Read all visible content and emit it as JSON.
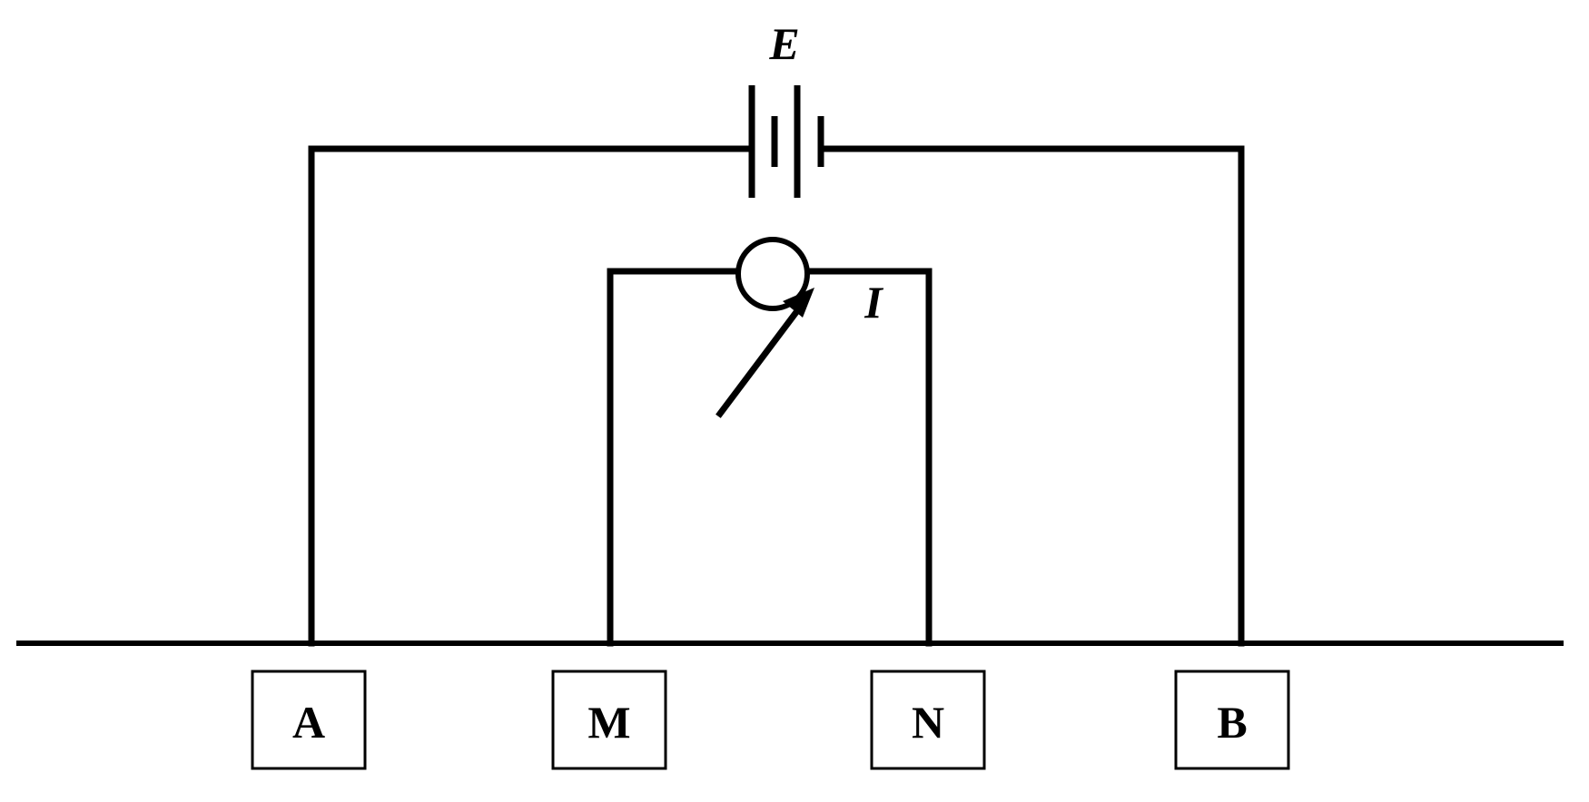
{
  "labels": {
    "battery": "E",
    "meter": "I"
  },
  "electrodes": [
    {
      "label": "A"
    },
    {
      "label": "M"
    },
    {
      "label": "N"
    },
    {
      "label": "B"
    }
  ]
}
